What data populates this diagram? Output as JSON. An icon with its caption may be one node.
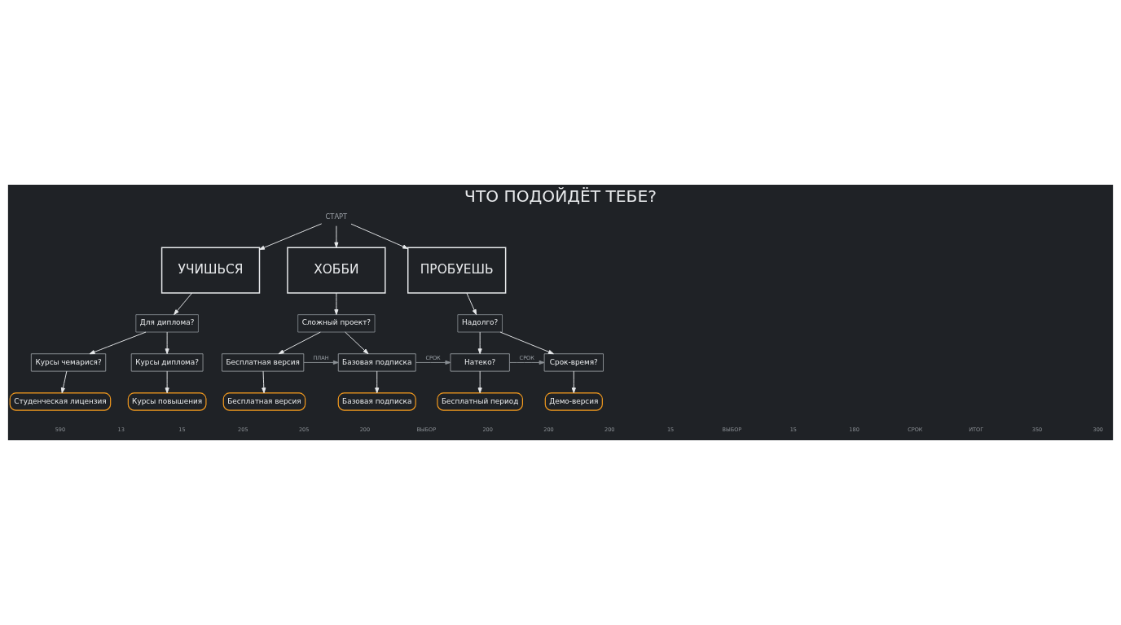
{
  "diagram": {
    "title": "ЧТО ПОДОЙДЁТ ТЕБЕ?",
    "nodes": [
      {
        "text": [
          "СТАРТ"
        ]
      },
      {
        "text": [
          "УЧИШЬСЯ"
        ]
      },
      {
        "text": [
          "ХОББИ"
        ]
      },
      {
        "text": [
          "ПРОБУЕШЬ"
        ]
      },
      {
        "text": [
          "Для диплома?"
        ]
      },
      {
        "text": [
          "Сложный проект?"
        ]
      },
      {
        "text": [
          "Надолго?"
        ]
      },
      {
        "text": [
          "Курсы чемарися?"
        ]
      },
      {
        "text": [
          "Курсы диплома?"
        ]
      },
      {
        "text": [
          "Бесплатная версия"
        ]
      },
      {
        "text": [
          "Базовая подписка"
        ]
      },
      {
        "text": [
          "Натеко?"
        ]
      },
      {
        "text": [
          "Срок-время?"
        ]
      },
      {
        "text": [
          "Студенческая лицензия"
        ]
      },
      {
        "text": [
          "Курсы повышения"
        ]
      },
      {
        "text": [
          "Бесплатная версия"
        ]
      },
      {
        "text": [
          "Базовая подписка"
        ]
      },
      {
        "text": [
          "Бесплатный период"
        ]
      },
      {
        "text": [
          "Демо-версия"
        ]
      }
    ],
    "edges": [
      {
        "from": 0,
        "to": 1,
        "arrow": "to"
      },
      {
        "from": 0,
        "to": 2,
        "arrow": "to"
      },
      {
        "from": 0,
        "to": 3,
        "arrow": "to"
      },
      {
        "from": 1,
        "to": 4,
        "arrow": "to"
      },
      {
        "from": 2,
        "to": 5,
        "arrow": "to"
      },
      {
        "from": 3,
        "to": 6,
        "arrow": "to"
      },
      {
        "from": 4,
        "to": 7,
        "arrow": "to"
      },
      {
        "from": 4,
        "to": 8,
        "arrow": "to"
      },
      {
        "from": 5,
        "to": 9,
        "arrow": "to"
      },
      {
        "from": 5,
        "to": 10,
        "arrow": "to"
      },
      {
        "from": 6,
        "to": 11,
        "arrow": "to"
      },
      {
        "from": 6,
        "to": 12,
        "arrow": "to"
      },
      {
        "from": 9,
        "to": 10,
        "arrow": "to",
        "label": "ПЛАН",
        "color": "#8a8f94"
      },
      {
        "from": 10,
        "to": 11,
        "arrow": "to",
        "label": "СРОК",
        "color": "#8a8f94"
      },
      {
        "from": 11,
        "to": 12,
        "arrow": "to",
        "label": "СРОК",
        "color": "#8a8f94"
      },
      {
        "from": 7,
        "to": 13,
        "arrow": "to"
      },
      {
        "from": 8,
        "to": 14,
        "arrow": "to"
      },
      {
        "from": 9,
        "to": 15,
        "arrow": "to"
      },
      {
        "from": 10,
        "to": 16,
        "arrow": "to"
      },
      {
        "from": 11,
        "to": 17,
        "arrow": "to"
      },
      {
        "from": 12,
        "to": 18,
        "arrow": "to"
      }
    ],
    "labels": [
      "590",
      "13",
      "15",
      "205",
      "205",
      "200",
      "ВЫБОР",
      "200",
      "200",
      "200",
      "15",
      "ВЫБОР",
      "15",
      "180",
      "СРОК",
      "ИТОГ",
      "350",
      "300"
    ]
  }
}
